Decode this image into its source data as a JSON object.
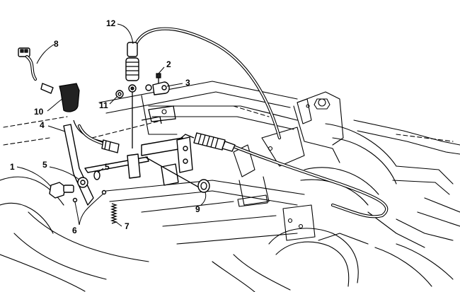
{
  "callouts": {
    "c1": "1",
    "c2": "2",
    "c3": "3",
    "c4": "4",
    "c5a": "5",
    "c5b": "5",
    "c6": "6",
    "c7": "7",
    "c8": "8",
    "c9": "9",
    "c10": "10",
    "c11": "11",
    "c12": "12"
  }
}
